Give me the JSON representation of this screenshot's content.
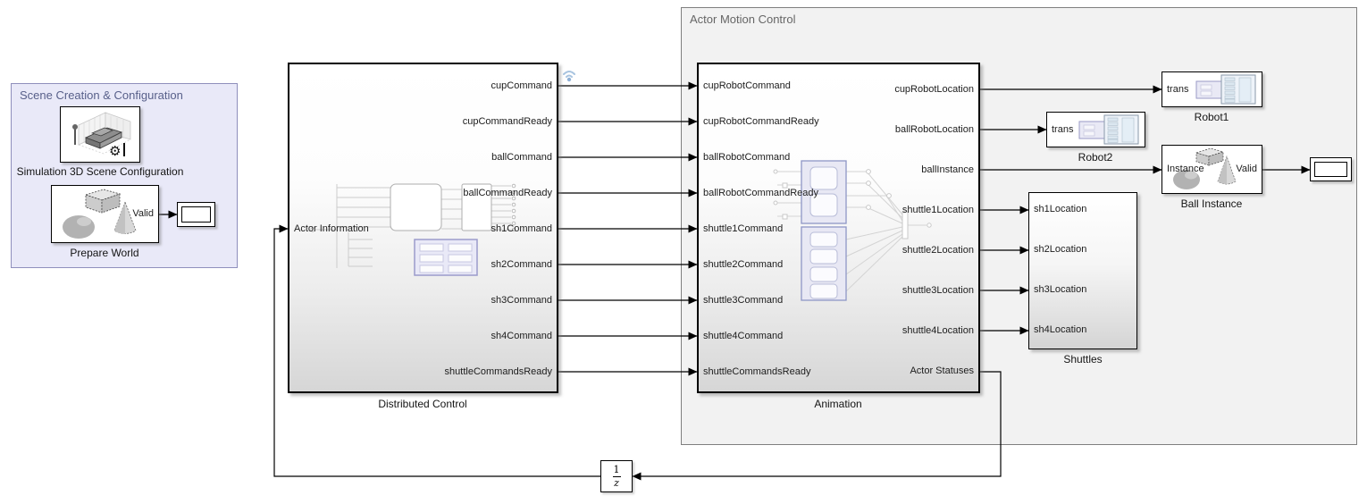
{
  "areas": {
    "scene_creation": {
      "label": "Scene Creation & Configuration"
    },
    "actor_motion": {
      "label": "Actor Motion Control"
    }
  },
  "blocks": {
    "sim3d_scene_config": {
      "label": "Simulation 3D Scene Configuration"
    },
    "prepare_world": {
      "label": "Prepare World",
      "out_port": "Valid"
    },
    "display_prepare": {
      "value": ""
    },
    "distributed_control": {
      "label": "Distributed Control",
      "in_port": "Actor Information",
      "out_ports": [
        "cupCommand",
        "cupCommandReady",
        "ballCommand",
        "ballCommandReady",
        "sh1Command",
        "sh2Command",
        "sh3Command",
        "sh4Command",
        "shuttleCommandsReady"
      ]
    },
    "animation": {
      "label": "Animation",
      "in_ports": [
        "cupRobotCommand",
        "cupRobotCommandReady",
        "ballRobotCommand",
        "ballRobotCommandReady",
        "shuttle1Command",
        "shuttle2Command",
        "shuttle3Command",
        "shuttle4Command",
        "shuttleCommandsReady"
      ],
      "out_ports": [
        "cupRobotLocation",
        "ballRobotLocation",
        "ballInstance",
        "shuttle1Location",
        "shuttle2Location",
        "shuttle3Location",
        "shuttle4Location",
        "Actor Statuses"
      ]
    },
    "robot1": {
      "label": "Robot1",
      "in_port": "trans"
    },
    "robot2": {
      "label": "Robot2",
      "in_port": "trans"
    },
    "ball_instance": {
      "label": "Ball Instance",
      "in_port": "Instance",
      "out_port": "Valid"
    },
    "display_ball": {
      "value": ""
    },
    "shuttles": {
      "label": "Shuttles",
      "in_ports": [
        "sh1Location",
        "sh2Location",
        "sh3Location",
        "sh4Location"
      ]
    },
    "unit_delay": {
      "numerator": "1",
      "denominator": "z"
    }
  },
  "colors": {
    "scene_area_bg": "#e9e9f8",
    "scene_area_border": "#8f8fbc",
    "scene_area_label": "#58608a",
    "actor_area_bg": "#f2f2f2",
    "actor_area_border": "#7f7f7f",
    "actor_area_label": "#666666",
    "wireless_icon": "#9fbad8",
    "preview_lavender": "#e8e8f4",
    "wire": "#000000"
  }
}
